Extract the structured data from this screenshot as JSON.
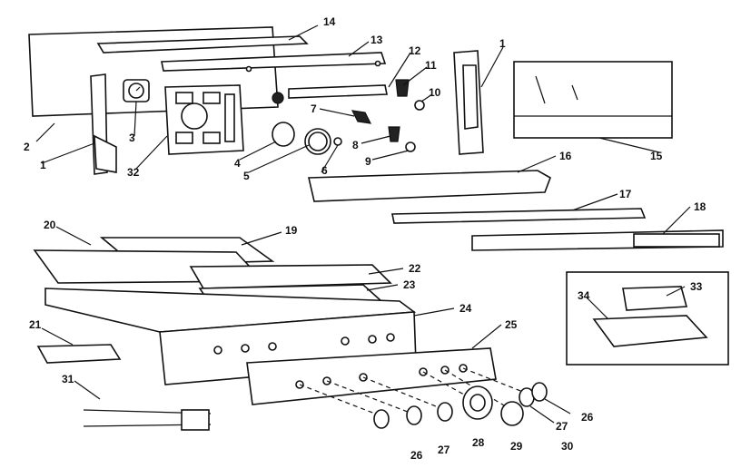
{
  "callouts": {
    "c1": "1",
    "c2": "2",
    "c3": "3",
    "c4": "4",
    "c5": "5",
    "c6": "6",
    "c7": "7",
    "c8": "8",
    "c9": "9",
    "c10": "10",
    "c11": "11",
    "c12": "12",
    "c13": "13",
    "c14": "14",
    "c15": "15",
    "c16": "16",
    "c17": "17",
    "c18": "18",
    "c19": "19",
    "c20": "20",
    "c21": "21",
    "c22": "22",
    "c23": "23",
    "c24": "24",
    "c25": "25",
    "c26": "26",
    "c27": "27",
    "c28": "28",
    "c29": "29",
    "c30": "30",
    "c31": "31",
    "c32": "32",
    "c33": "33",
    "c34": "34"
  },
  "colors": {
    "ink": "#111111",
    "paper": "#ffffff"
  }
}
